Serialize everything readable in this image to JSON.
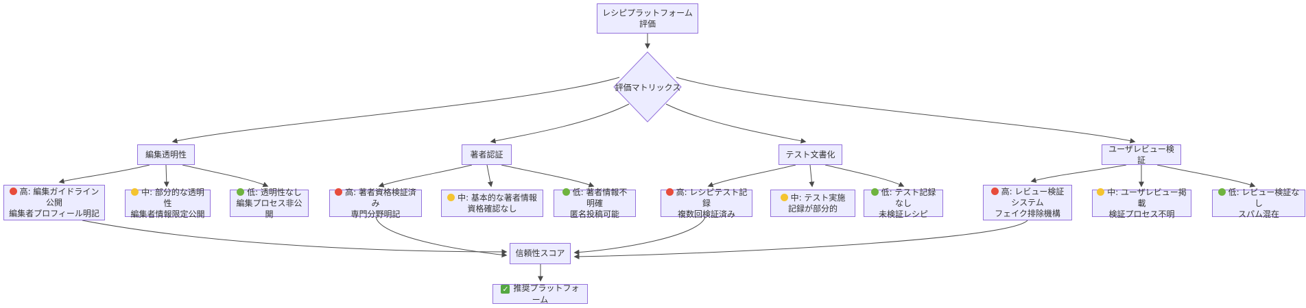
{
  "diagram": {
    "title": "recipe-platform-evaluation-flowchart",
    "root": {
      "label": "レシピプラットフォーム評価"
    },
    "decision": {
      "label": "評価マトリックス"
    },
    "categories": [
      {
        "label": "編集透明性",
        "children": [
          {
            "level": "high",
            "line1": "高: 編集ガイドライン公開",
            "line2": "編集者プロフィール明記"
          },
          {
            "level": "medium",
            "line1": "中: 部分的な透明性",
            "line2": "編集者情報限定公開"
          },
          {
            "level": "low",
            "line1": "低: 透明性なし",
            "line2": "編集プロセス非公開"
          }
        ]
      },
      {
        "label": "著者認証",
        "children": [
          {
            "level": "high",
            "line1": "高: 著者資格検証済み",
            "line2": "専門分野明記"
          },
          {
            "level": "medium",
            "line1": "中: 基本的な著者情報",
            "line2": "資格確認なし"
          },
          {
            "level": "low",
            "line1": "低: 著者情報不明確",
            "line2": "匿名投稿可能"
          }
        ]
      },
      {
        "label": "テスト文書化",
        "children": [
          {
            "level": "high",
            "line1": "高: レシピテスト記録",
            "line2": "複数回検証済み"
          },
          {
            "level": "medium",
            "line1": "中: テスト実施",
            "line2": "記録が部分的"
          },
          {
            "level": "low",
            "line1": "低: テスト記録なし",
            "line2": "未検証レシピ"
          }
        ]
      },
      {
        "label": "ユーザレビュー検証",
        "children": [
          {
            "level": "high",
            "line1": "高: レビュー検証システム",
            "line2": "フェイク排除機構"
          },
          {
            "level": "medium",
            "line1": "中: ユーザレビュー掲載",
            "line2": "検証プロセス不明"
          },
          {
            "level": "low",
            "line1": "低: レビュー検証なし",
            "line2": "スパム混在"
          }
        ]
      }
    ],
    "score": {
      "label": "信頼性スコア"
    },
    "result": {
      "label": "推奨プラットフォーム",
      "icon": "check",
      "check_glyph": "✓"
    }
  },
  "colors": {
    "node_fill": "#ececff",
    "node_border": "#9370db",
    "edge": "#4a4a4a",
    "text": "#333333",
    "status_high": "#e74c3c",
    "status_medium": "#f4c430",
    "status_low": "#6fb33f",
    "check_green": "#55a842"
  }
}
